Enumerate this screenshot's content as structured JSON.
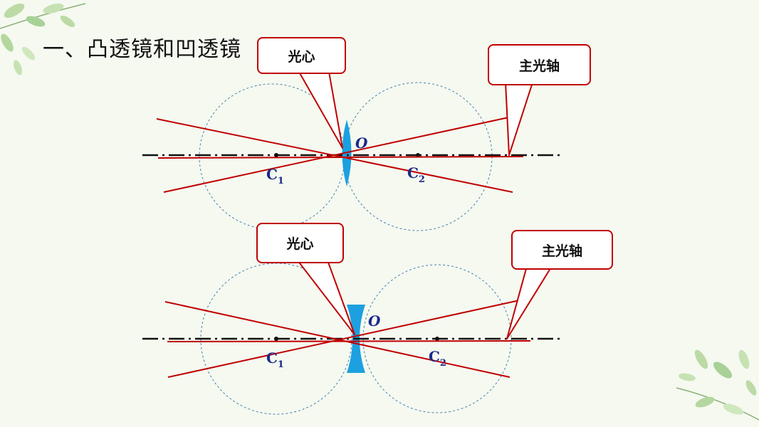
{
  "title": "一、凸透镜和凹透镜",
  "colors": {
    "ray": "#c00000",
    "lens": "#1ca0e0",
    "circle": "#4a7fb0",
    "label": "#1a2a8a",
    "axis": "#111111",
    "leaf": "#8fc47a"
  },
  "convex": {
    "callout_center": "光心",
    "callout_axis": "主光轴",
    "label_o": "O",
    "label_c1": "C",
    "label_c1_sub": "1",
    "label_c2": "C",
    "label_c2_sub": "2"
  },
  "concave": {
    "callout_center": "光心",
    "callout_axis": "主光轴",
    "label_o": "O",
    "label_c1": "C",
    "label_c1_sub": "1",
    "label_c2": "C",
    "label_c2_sub": "2"
  }
}
